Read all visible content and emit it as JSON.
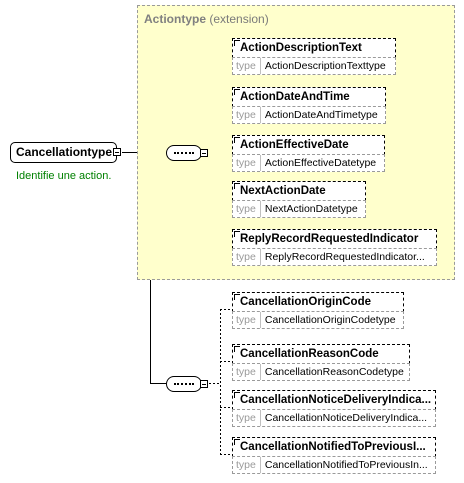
{
  "extension": {
    "name": "Actiontype",
    "qualifier": "(extension)"
  },
  "root": {
    "name": "Cancellationtype",
    "documentation": "Identifie une action."
  },
  "type_label": "type",
  "group1": [
    {
      "name": "ActionDescriptionText",
      "type": "ActionDescriptionTexttype"
    },
    {
      "name": "ActionDateAndTime",
      "type": "ActionDateAndTimetype"
    },
    {
      "name": "ActionEffectiveDate",
      "type": "ActionEffectiveDatetype"
    },
    {
      "name": "NextActionDate",
      "type": "NextActionDatetype"
    },
    {
      "name": "ReplyRecordRequestedIndicator",
      "type": "ReplyRecordRequestedIndicator..."
    }
  ],
  "group2": [
    {
      "name": "CancellationOriginCode",
      "type": "CancellationOriginCodetype"
    },
    {
      "name": "CancellationReasonCode",
      "type": "CancellationReasonCodetype"
    },
    {
      "name": "CancellationNoticeDeliveryIndica...",
      "type": "CancellationNoticeDeliveryIndica..."
    },
    {
      "name": "CancellationNotifiedToPreviousI...",
      "type": "CancellationNotifiedToPreviousIn..."
    }
  ]
}
